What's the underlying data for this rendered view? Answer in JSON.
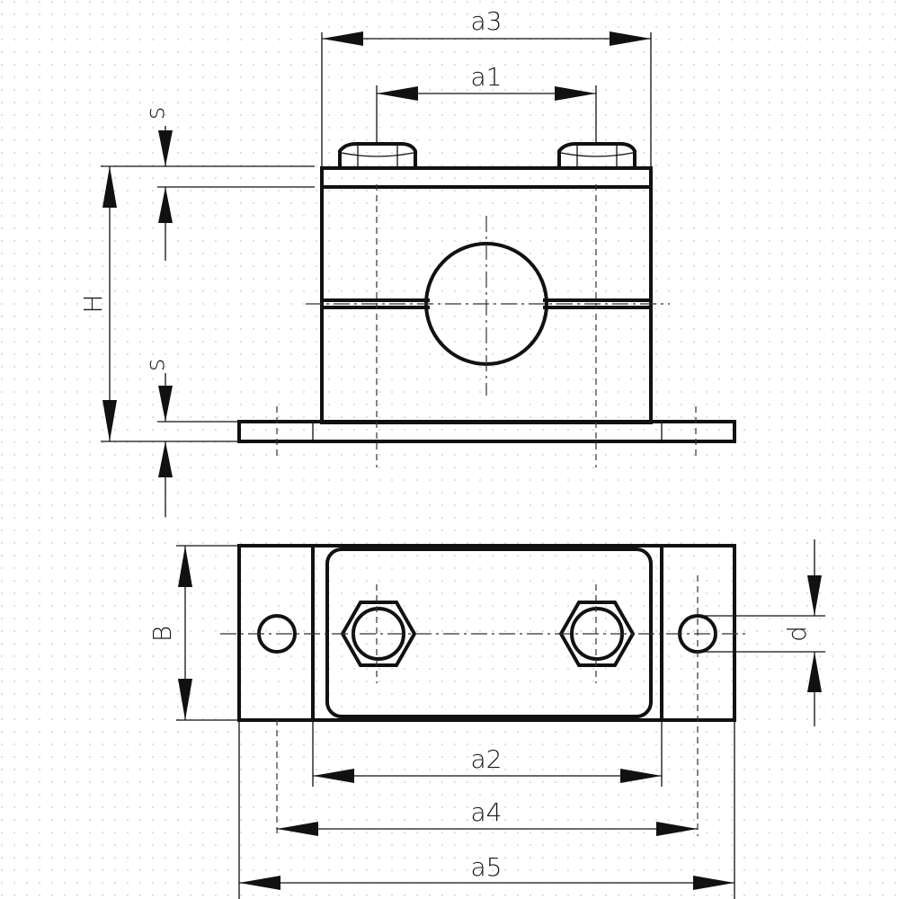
{
  "labels": {
    "a3": "a3",
    "a1": "a1",
    "s_top": "s",
    "H": "H",
    "s_bottom": "s",
    "B": "B",
    "d": "d",
    "a2": "a2",
    "a4": "a4",
    "a5": "a5"
  }
}
